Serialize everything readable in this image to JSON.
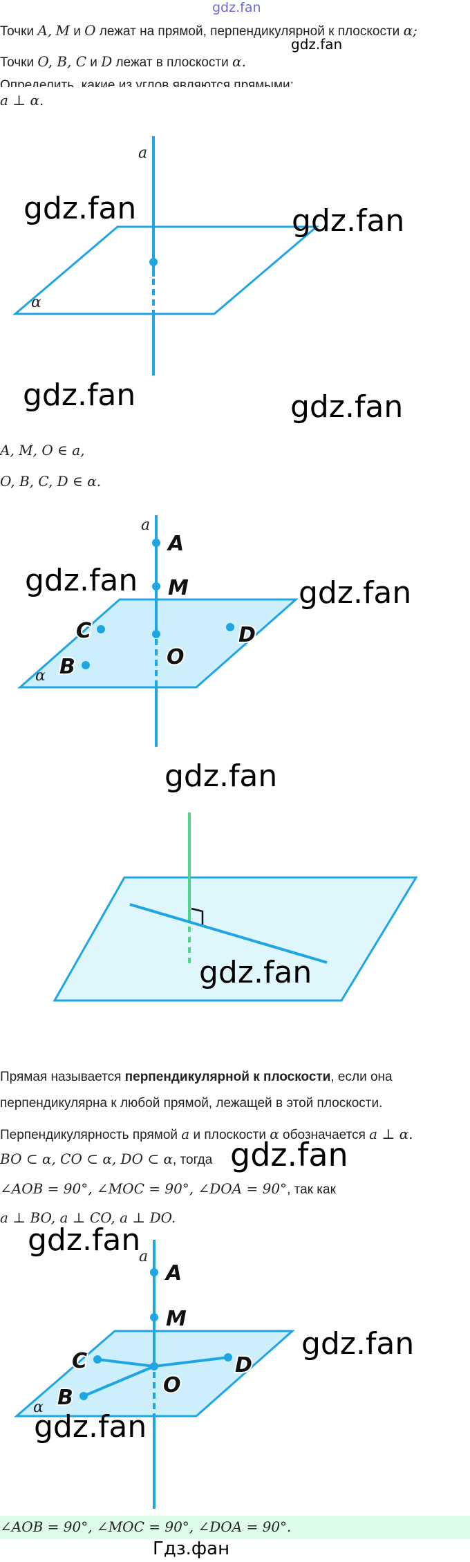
{
  "watermarks": {
    "top": "gdz.fan",
    "main": "gdz.fan",
    "bottom": "Гдз.фан"
  },
  "text": {
    "l1": {
      "a": "Точки ",
      "A": "A,",
      "M": "M",
      "and": " и ",
      "O": "O",
      "rest": " лежат на прямой, перпендикулярной к плоскости ",
      "alpha": "α;"
    },
    "l2": {
      "a": "Точки ",
      "pts": "O,  B,  C",
      "and": " и ",
      "D": "D",
      "rest": " лежат в плоскости ",
      "alpha": "α."
    },
    "l3": "Определить, какие из углов являются прямыми:",
    "l4": "a ⊥ α.",
    "l5": "A,  M,  O  ∈  a,",
    "l6": "O,  B,  C,  D  ∈  α.",
    "def1": {
      "a": "Прямая называется ",
      "b": "перпендикулярной к плоскости",
      "c": ", если она"
    },
    "def2": "перпендикулярна к любой прямой, лежащей в этой плоскости.",
    "def3": {
      "a": "Перпендикулярность прямой ",
      "v": "a",
      "b": " и плоскости ",
      "alpha": "α",
      "c": " обозначается ",
      "f": "a ⊥ α."
    },
    "s1": {
      "m": "BO ⊂ α, CO ⊂ α, DO ⊂ α",
      "t": ", тогда"
    },
    "s2": {
      "m": "∠AOB = 90°, ∠MOC = 90°, ∠DOA = 90°",
      "t": ", так как"
    },
    "s3": "a ⊥ BO, a ⊥ CO, a ⊥ DO.",
    "answer": "∠AOB = 90°, ∠MOC = 90°, ∠DOA = 90°."
  },
  "figure": {
    "line": "a",
    "plane": "α",
    "points": {
      "A": "A",
      "M": "M",
      "O": "O",
      "B": "B",
      "C": "C",
      "D": "D"
    }
  },
  "colors": {
    "line": "#1ea5e4",
    "plane": "#cdeefb",
    "perp": "#4cd685"
  }
}
